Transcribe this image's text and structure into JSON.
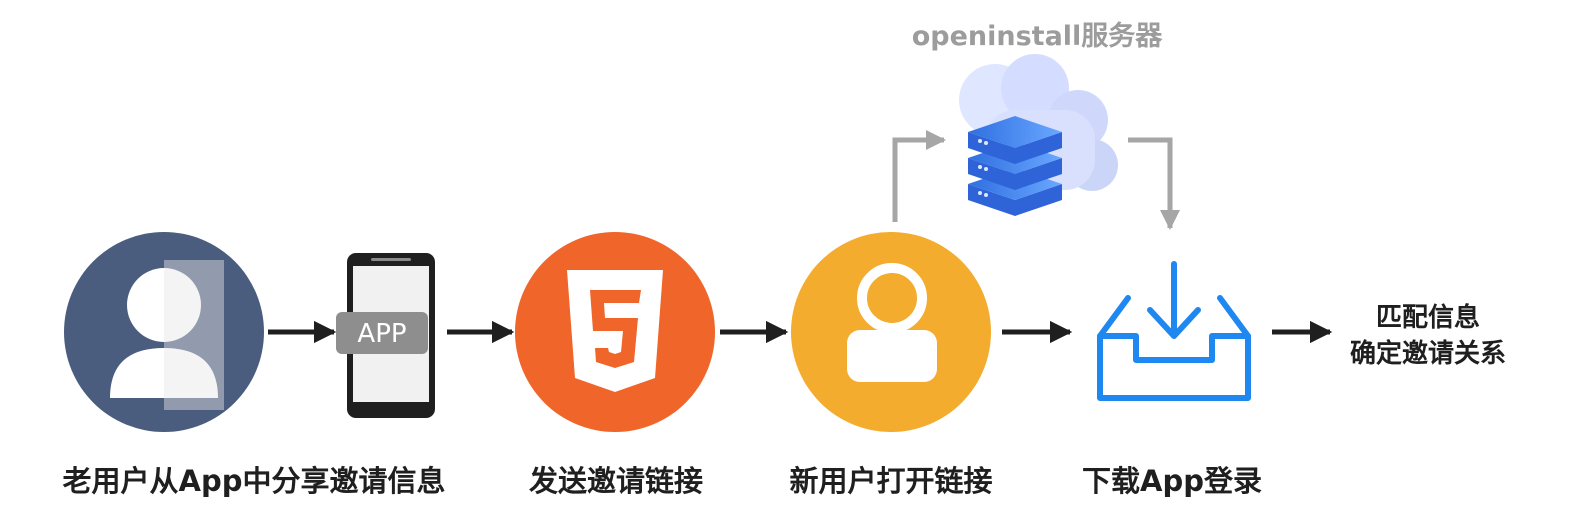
{
  "server": {
    "label": "openinstall服务器"
  },
  "steps": [
    {
      "id": "old-user",
      "label": "老用户从App中分享邀请信息",
      "icon": "user-icon",
      "color": "#4b5d7e"
    },
    {
      "id": "phone-app",
      "label": "",
      "icon": "phone-icon",
      "screen_text": "APP"
    },
    {
      "id": "h5-link",
      "label": "发送邀请链接",
      "icon": "html5-icon",
      "color": "#ef652a"
    },
    {
      "id": "new-user",
      "label": "新用户打开链接",
      "icon": "user-icon",
      "color": "#f3ac2e"
    },
    {
      "id": "download",
      "label": "下载App登录",
      "icon": "download-tray-icon",
      "color": "#1f88f0"
    }
  ],
  "result": {
    "line1": "匹配信息",
    "line2": "确定邀请关系"
  },
  "colors": {
    "arrow": "#1f1f1f",
    "server_arrow": "#a6a6a6",
    "text": "#1f1f1f",
    "server_text": "#9c9c9c"
  }
}
